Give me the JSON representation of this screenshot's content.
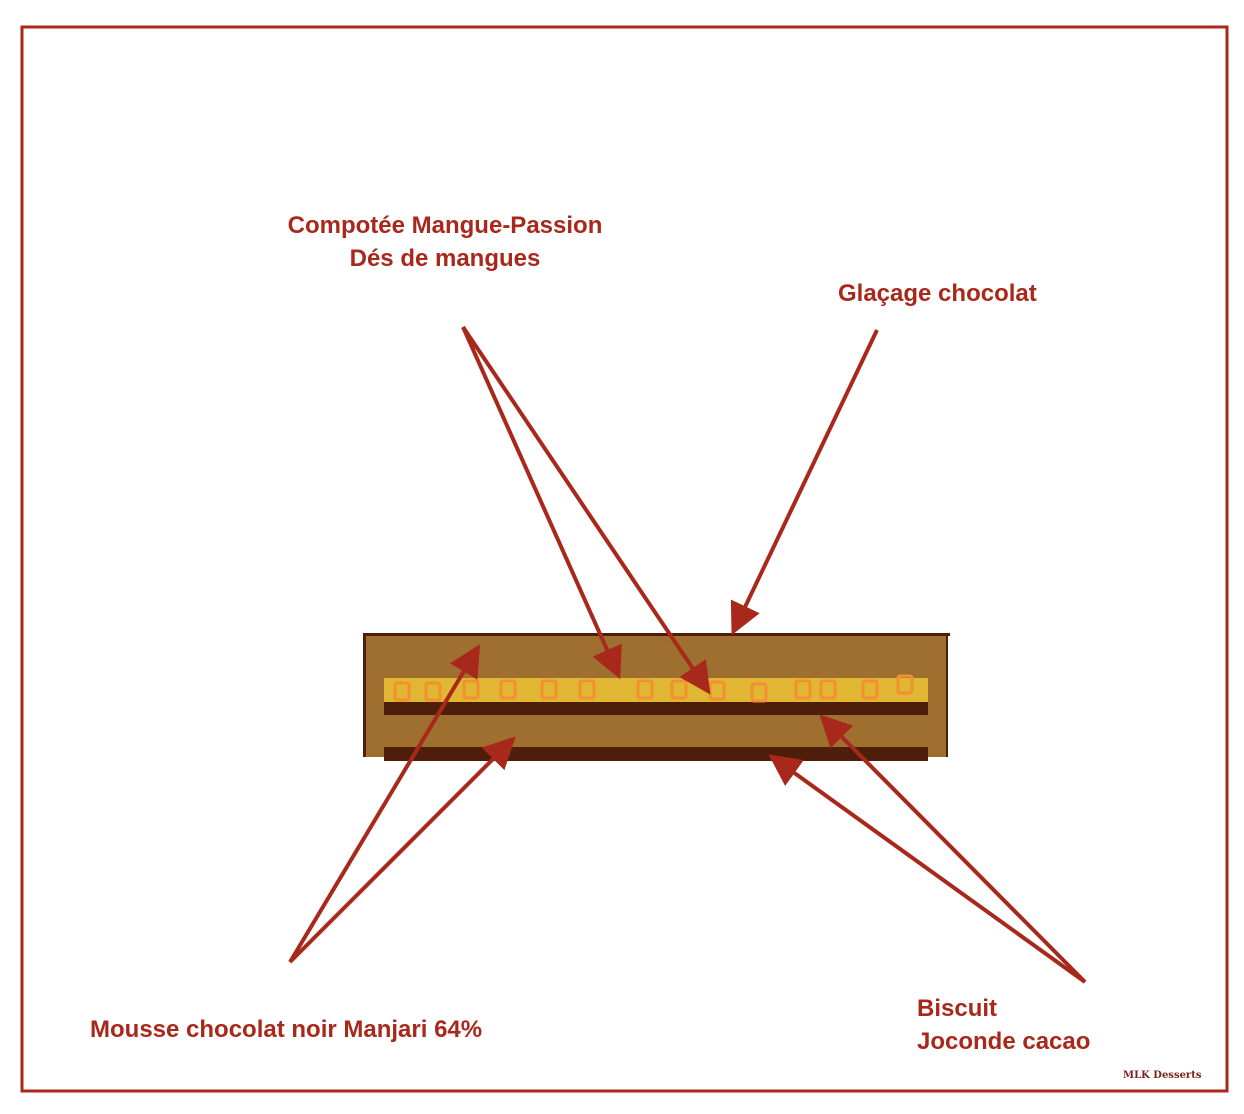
{
  "labels": {
    "compotee_line1": "Compotée Mangue-Passion",
    "compotee_line2": "Dés de mangues",
    "glacage": "Glaçage chocolat",
    "mousse": "Mousse chocolat noir Manjari 64%",
    "biscuit_line1": "Biscuit",
    "biscuit_line2": "Joconde cacao"
  },
  "signature": "MLK Desserts",
  "colors": {
    "accent": "#a8291b",
    "mousse": "#9e6f2f",
    "chocolate_dark": "#4e1e0a",
    "compotee": "#e0b633",
    "mango_dice": "#f39030"
  }
}
